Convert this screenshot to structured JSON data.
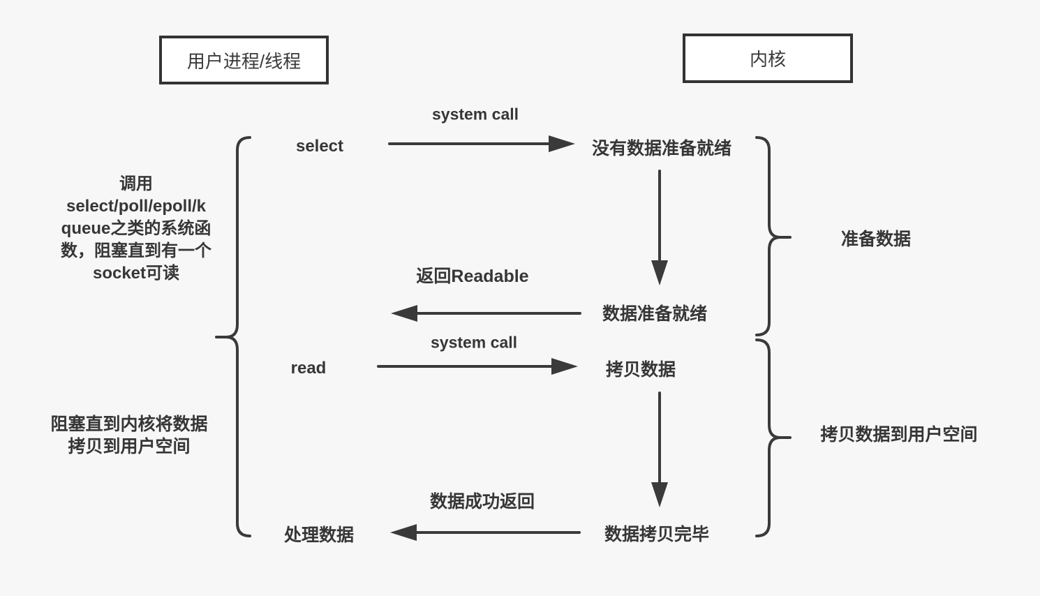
{
  "canvas": {
    "background": "#f7f7f7",
    "line_color": "#3a3a3a",
    "text_color": "#363636",
    "box_fill": "#ffffff",
    "box_border": "#333333"
  },
  "boxes": {
    "user": {
      "label": "用户进程/线程"
    },
    "kernel": {
      "label": "内核"
    }
  },
  "user_side": {
    "select_label": "select",
    "read_label": "read",
    "process_data": "处理数据",
    "note_select": "调用\nselect/poll/epoll/k\nqueue之类的系统函\n数，阻塞直到有一个\nsocket可读",
    "note_read": "阻塞直到内核将数据\n拷贝到用户空间"
  },
  "kernel_side": {
    "no_data_ready": "没有数据准备就绪",
    "data_ready": "数据准备就绪",
    "copy_data": "拷贝数据",
    "copy_complete": "数据拷贝完毕",
    "brace_prepare_data": "准备数据",
    "brace_copy_to_user": "拷贝数据到用户空间"
  },
  "arrow_labels": {
    "system_call_1": "system call",
    "return_readable": "返回Readable",
    "system_call_2": "system call",
    "data_returned": "数据成功返回"
  }
}
